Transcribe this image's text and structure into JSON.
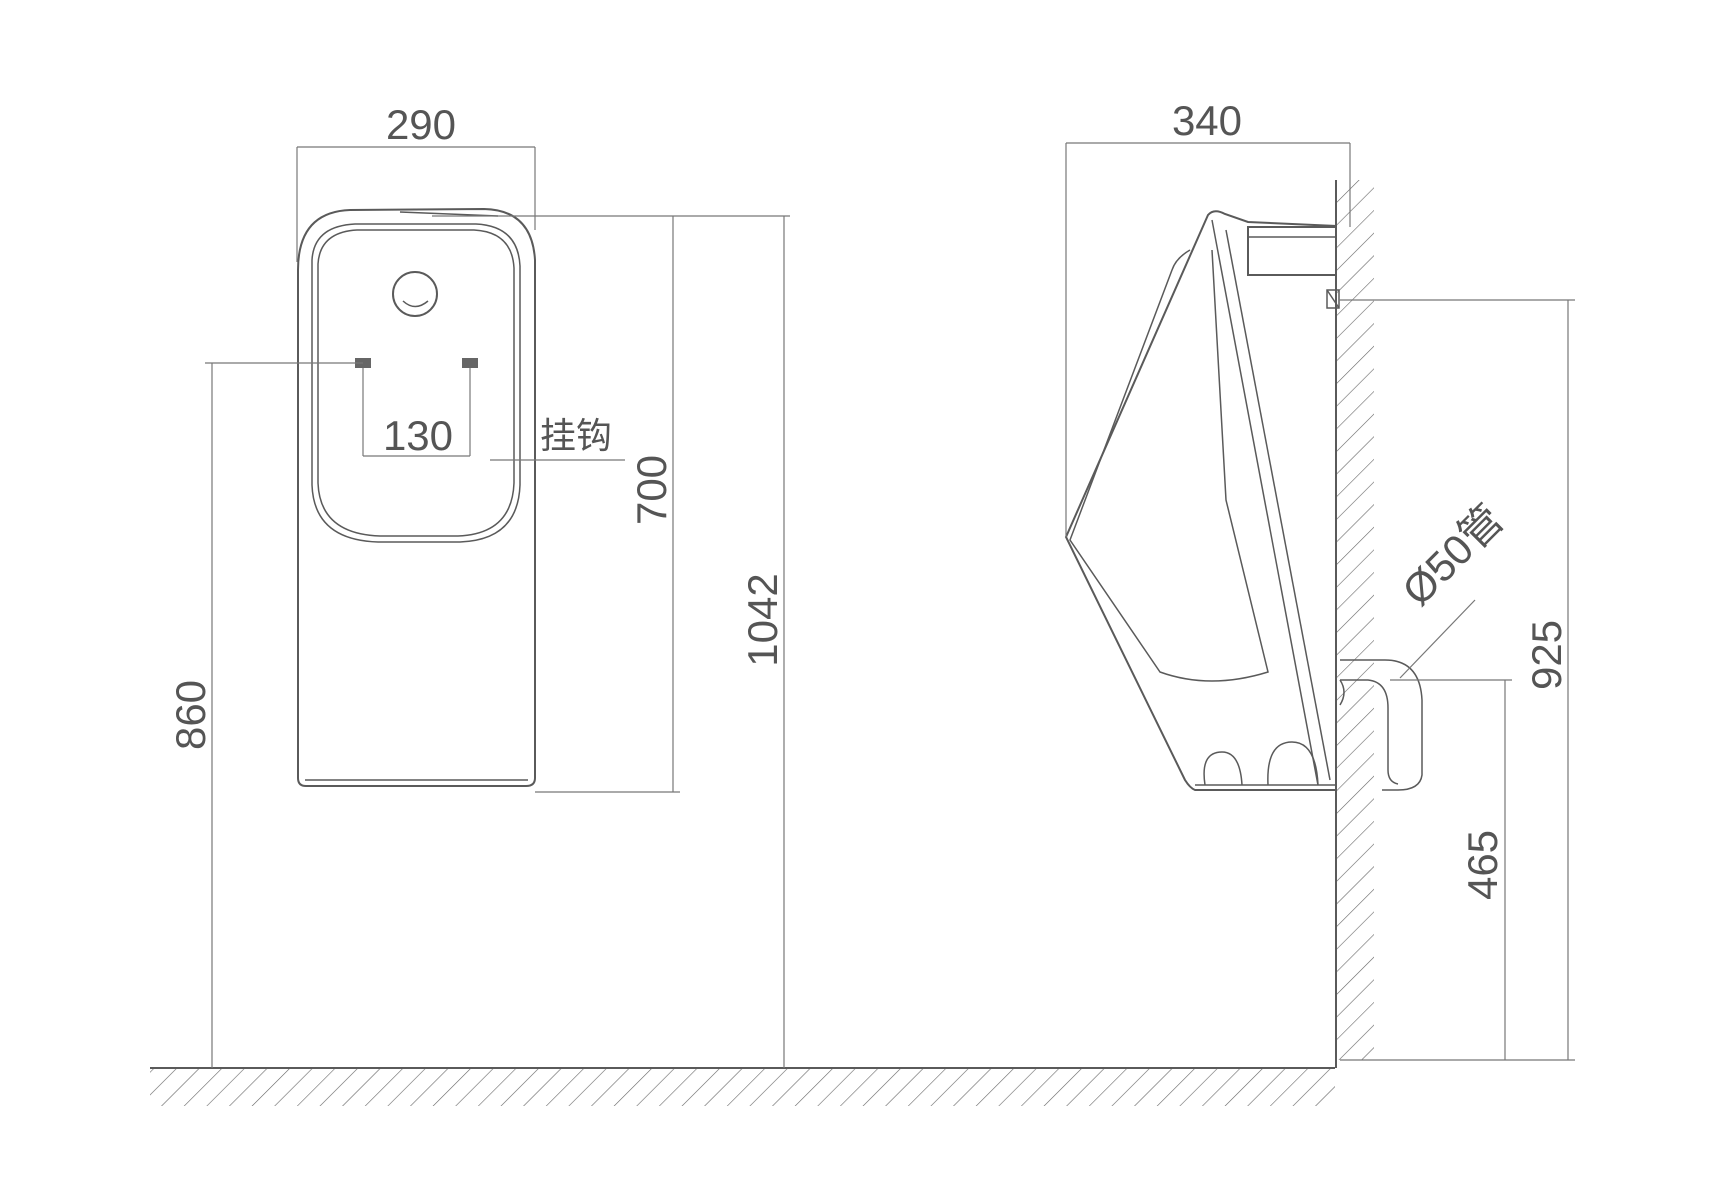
{
  "front_view": {
    "width_label": "290",
    "hook_spacing_label": "130",
    "hook_label": "挂钩",
    "body_height_label": "700",
    "total_height_label": "1042",
    "hook_height_label": "860"
  },
  "side_view": {
    "depth_label": "340",
    "pipe_label": "Ø50管",
    "inlet_height_label": "925",
    "outlet_height_label": "465"
  },
  "colors": {
    "line": "#5a5a5a",
    "text": "#555555",
    "hook": "#666666",
    "background": "#ffffff"
  }
}
